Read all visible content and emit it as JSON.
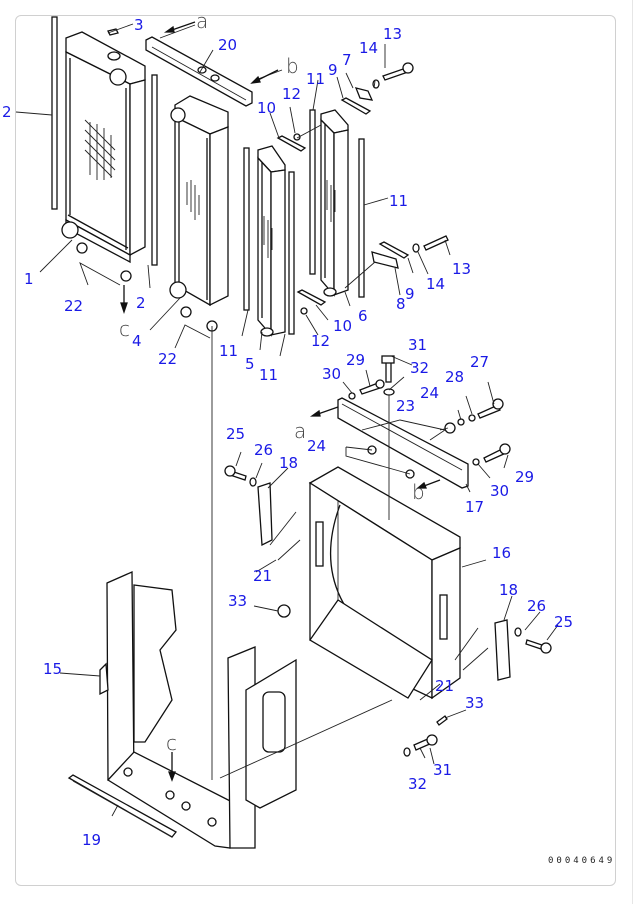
{
  "diagram": {
    "type": "exploded-parts-diagram",
    "drawing_code": "00040649",
    "reference_marks": [
      "a",
      "b",
      "c"
    ],
    "callouts": [
      {
        "id": "c1",
        "text": "1"
      },
      {
        "id": "c2a",
        "text": "2"
      },
      {
        "id": "c2b",
        "text": "2"
      },
      {
        "id": "c3",
        "text": "3"
      },
      {
        "id": "c4",
        "text": "4"
      },
      {
        "id": "c5",
        "text": "5"
      },
      {
        "id": "c6",
        "text": "6"
      },
      {
        "id": "c7",
        "text": "7"
      },
      {
        "id": "c8",
        "text": "8"
      },
      {
        "id": "c9a",
        "text": "9"
      },
      {
        "id": "c9b",
        "text": "9"
      },
      {
        "id": "c10a",
        "text": "10"
      },
      {
        "id": "c10b",
        "text": "10"
      },
      {
        "id": "c11a",
        "text": "11"
      },
      {
        "id": "c11b",
        "text": "11"
      },
      {
        "id": "c11c",
        "text": "11"
      },
      {
        "id": "c11d",
        "text": "11"
      },
      {
        "id": "c11e",
        "text": "11"
      },
      {
        "id": "c12a",
        "text": "12"
      },
      {
        "id": "c12b",
        "text": "12"
      },
      {
        "id": "c13a",
        "text": "13"
      },
      {
        "id": "c13b",
        "text": "13"
      },
      {
        "id": "c14a",
        "text": "14"
      },
      {
        "id": "c14b",
        "text": "14"
      },
      {
        "id": "c15",
        "text": "15"
      },
      {
        "id": "c16",
        "text": "16"
      },
      {
        "id": "c17",
        "text": "17"
      },
      {
        "id": "c18a",
        "text": "18"
      },
      {
        "id": "c18b",
        "text": "18"
      },
      {
        "id": "c19",
        "text": "19"
      },
      {
        "id": "c20",
        "text": "20"
      },
      {
        "id": "c21a",
        "text": "21"
      },
      {
        "id": "c21b",
        "text": "21"
      },
      {
        "id": "c22a",
        "text": "22"
      },
      {
        "id": "c22b",
        "text": "22"
      },
      {
        "id": "c23",
        "text": "23"
      },
      {
        "id": "c24a",
        "text": "24"
      },
      {
        "id": "c24b",
        "text": "24"
      },
      {
        "id": "c25a",
        "text": "25"
      },
      {
        "id": "c25b",
        "text": "25"
      },
      {
        "id": "c26a",
        "text": "26"
      },
      {
        "id": "c26b",
        "text": "26"
      },
      {
        "id": "c27",
        "text": "27"
      },
      {
        "id": "c28",
        "text": "28"
      },
      {
        "id": "c29a",
        "text": "29"
      },
      {
        "id": "c29b",
        "text": "29"
      },
      {
        "id": "c30a",
        "text": "30"
      },
      {
        "id": "c30b",
        "text": "30"
      },
      {
        "id": "c31a",
        "text": "31"
      },
      {
        "id": "c31b",
        "text": "31"
      },
      {
        "id": "c32a",
        "text": "32"
      },
      {
        "id": "c32b",
        "text": "32"
      },
      {
        "id": "c33a",
        "text": "33"
      },
      {
        "id": "c33b",
        "text": "33"
      }
    ],
    "refs": {
      "a1": "a",
      "a2": "a",
      "b1": "b",
      "b2": "b",
      "c1": "c",
      "c2": "c"
    }
  }
}
